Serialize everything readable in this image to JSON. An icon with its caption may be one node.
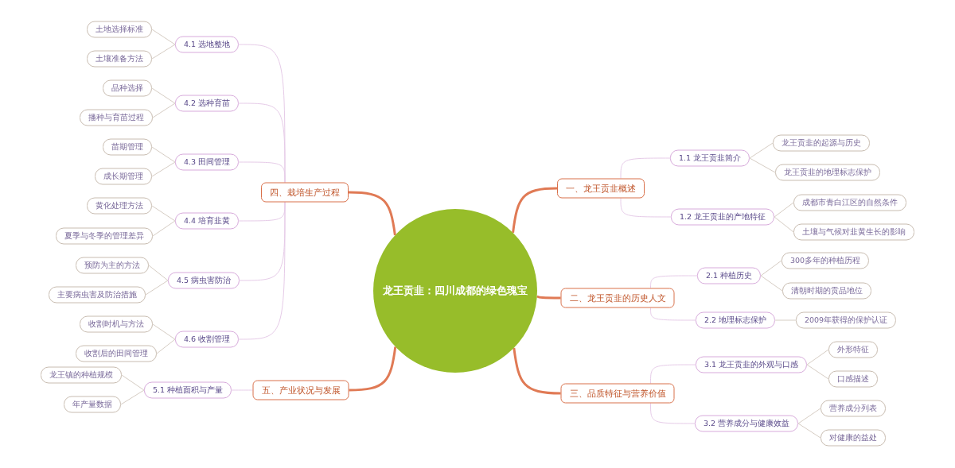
{
  "diagram": {
    "nodes": [
      {
        "text": [
          "龙王贡韭：四川成都的绿色瑰宝"
        ]
      },
      {
        "text": [
          "一、龙王贡韭概述"
        ]
      },
      {
        "text": [
          "1.1 龙王贡韭简介"
        ]
      },
      {
        "text": [
          "龙王贡韭的起源与历史"
        ]
      },
      {
        "text": [
          "龙王贡韭的地理标志保护"
        ]
      },
      {
        "text": [
          "1.2 龙王贡韭的产地特征"
        ]
      },
      {
        "text": [
          "成都市青白江区的自然条件"
        ]
      },
      {
        "text": [
          "土壤与气候对韭黄生长的影响"
        ]
      },
      {
        "text": [
          "二、龙王贡韭的历史人文"
        ]
      },
      {
        "text": [
          "2.1 种植历史"
        ]
      },
      {
        "text": [
          "300多年的种植历程"
        ]
      },
      {
        "text": [
          "清朝时期的贡品地位"
        ]
      },
      {
        "text": [
          "2.2 地理标志保护"
        ]
      },
      {
        "text": [
          "2009年获得的保护认证"
        ]
      },
      {
        "text": [
          "三、品质特征与营养价值"
        ]
      },
      {
        "text": [
          "3.1 龙王贡韭的外观与口感"
        ]
      },
      {
        "text": [
          "外形特征"
        ]
      },
      {
        "text": [
          "口感描述"
        ]
      },
      {
        "text": [
          "3.2 营养成分与健康效益"
        ]
      },
      {
        "text": [
          "营养成分列表"
        ]
      },
      {
        "text": [
          "对健康的益处"
        ]
      },
      {
        "text": [
          "四、栽培生产过程"
        ]
      },
      {
        "text": [
          "4.1 选地整地"
        ]
      },
      {
        "text": [
          "土地选择标准"
        ]
      },
      {
        "text": [
          "土壤准备方法"
        ]
      },
      {
        "text": [
          "4.2 选种育苗"
        ]
      },
      {
        "text": [
          "品种选择"
        ]
      },
      {
        "text": [
          "播种与育苗过程"
        ]
      },
      {
        "text": [
          "4.3 田间管理"
        ]
      },
      {
        "text": [
          "苗期管理"
        ]
      },
      {
        "text": [
          "成长期管理"
        ]
      },
      {
        "text": [
          "4.4 培育韭黄"
        ]
      },
      {
        "text": [
          "黄化处理方法"
        ]
      },
      {
        "text": [
          "夏季与冬季的管理差异"
        ]
      },
      {
        "text": [
          "4.5 病虫害防治"
        ]
      },
      {
        "text": [
          "预防为主的方法"
        ]
      },
      {
        "text": [
          "主要病虫害及防治措施"
        ]
      },
      {
        "text": [
          "4.6 收割管理"
        ]
      },
      {
        "text": [
          "收割时机与方法"
        ]
      },
      {
        "text": [
          "收割后的田间管理"
        ]
      },
      {
        "text": [
          "五、产业状况与发展"
        ]
      },
      {
        "text": [
          "5.1 种植面积与产量"
        ]
      },
      {
        "text": [
          "龙王镇的种植规模"
        ]
      },
      {
        "text": [
          "年产量数据"
        ]
      }
    ],
    "edges": [
      {
        "from": 0,
        "to": 1,
        "arrow": "none",
        "style": "thick",
        "color": "#e07a55"
      },
      {
        "from": 1,
        "to": 2,
        "arrow": "none",
        "color": "#e6cbe8"
      },
      {
        "from": 2,
        "to": 3,
        "arrow": "none"
      },
      {
        "from": 2,
        "to": 4,
        "arrow": "none"
      },
      {
        "from": 1,
        "to": 5,
        "arrow": "none",
        "color": "#e6cbe8"
      },
      {
        "from": 5,
        "to": 6,
        "arrow": "none"
      },
      {
        "from": 5,
        "to": 7,
        "arrow": "none"
      },
      {
        "from": 0,
        "to": 8,
        "arrow": "none",
        "style": "thick",
        "color": "#e07a55"
      },
      {
        "from": 8,
        "to": 9,
        "arrow": "none",
        "color": "#e6cbe8"
      },
      {
        "from": 9,
        "to": 10,
        "arrow": "none"
      },
      {
        "from": 9,
        "to": 11,
        "arrow": "none"
      },
      {
        "from": 8,
        "to": 12,
        "arrow": "none",
        "color": "#e6cbe8"
      },
      {
        "from": 12,
        "to": 13,
        "arrow": "none"
      },
      {
        "from": 0,
        "to": 14,
        "arrow": "none",
        "style": "thick",
        "color": "#e07a55"
      },
      {
        "from": 14,
        "to": 15,
        "arrow": "none",
        "color": "#e6cbe8"
      },
      {
        "from": 15,
        "to": 16,
        "arrow": "none"
      },
      {
        "from": 15,
        "to": 17,
        "arrow": "none"
      },
      {
        "from": 14,
        "to": 18,
        "arrow": "none",
        "color": "#e6cbe8"
      },
      {
        "from": 18,
        "to": 19,
        "arrow": "none"
      },
      {
        "from": 18,
        "to": 20,
        "arrow": "none"
      },
      {
        "from": 0,
        "to": 21,
        "arrow": "none",
        "style": "thick",
        "color": "#e07a55"
      },
      {
        "from": 21,
        "to": 22,
        "arrow": "none",
        "color": "#e6cbe8"
      },
      {
        "from": 22,
        "to": 23,
        "arrow": "none"
      },
      {
        "from": 22,
        "to": 24,
        "arrow": "none"
      },
      {
        "from": 21,
        "to": 25,
        "arrow": "none",
        "color": "#e6cbe8"
      },
      {
        "from": 25,
        "to": 26,
        "arrow": "none"
      },
      {
        "from": 25,
        "to": 27,
        "arrow": "none"
      },
      {
        "from": 21,
        "to": 28,
        "arrow": "none",
        "color": "#e6cbe8"
      },
      {
        "from": 28,
        "to": 29,
        "arrow": "none"
      },
      {
        "from": 28,
        "to": 30,
        "arrow": "none"
      },
      {
        "from": 21,
        "to": 31,
        "arrow": "none",
        "color": "#e6cbe8"
      },
      {
        "from": 31,
        "to": 32,
        "arrow": "none"
      },
      {
        "from": 31,
        "to": 33,
        "arrow": "none"
      },
      {
        "from": 21,
        "to": 34,
        "arrow": "none",
        "color": "#e6cbe8"
      },
      {
        "from": 34,
        "to": 35,
        "arrow": "none"
      },
      {
        "from": 34,
        "to": 36,
        "arrow": "none"
      },
      {
        "from": 21,
        "to": 37,
        "arrow": "none",
        "color": "#e6cbe8"
      },
      {
        "from": 37,
        "to": 38,
        "arrow": "none"
      },
      {
        "from": 37,
        "to": 39,
        "arrow": "none"
      },
      {
        "from": 0,
        "to": 40,
        "arrow": "none",
        "style": "thick",
        "color": "#e07a55"
      },
      {
        "from": 40,
        "to": 41,
        "arrow": "none",
        "color": "#e6cbe8"
      },
      {
        "from": 41,
        "to": 42,
        "arrow": "none"
      },
      {
        "from": 41,
        "to": 43,
        "arrow": "none"
      }
    ]
  }
}
